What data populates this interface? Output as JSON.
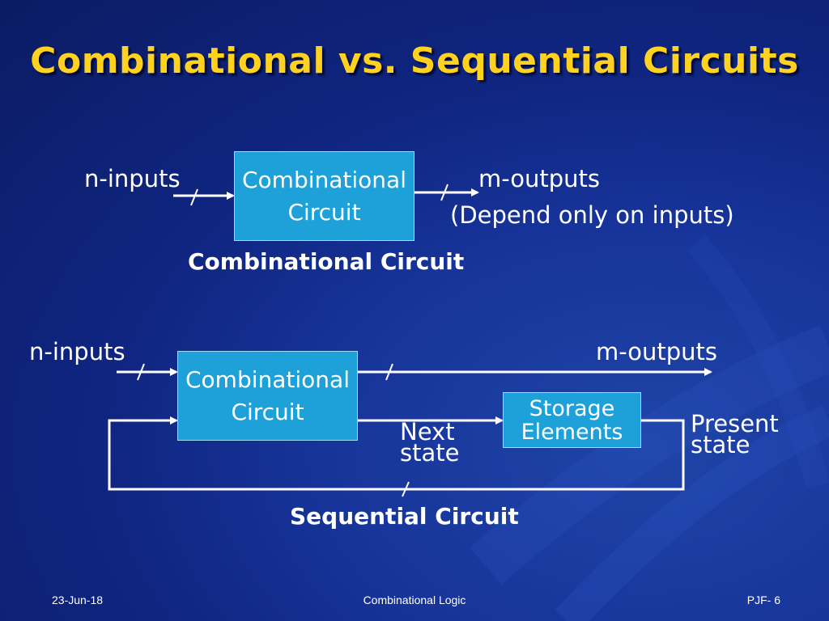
{
  "slide": {
    "title": "Combinational vs. Sequential Circuits"
  },
  "combinational": {
    "inputs_label": "n-inputs",
    "box_text": "Combinational\nCircuit",
    "outputs_label": "m-outputs",
    "outputs_note": "(Depend only on inputs)",
    "caption": "Combinational Circuit"
  },
  "sequential": {
    "inputs_label": "n-inputs",
    "box_text": "Combinational\nCircuit",
    "outputs_label": "m-outputs",
    "storage_text": "Storage\nElements",
    "next_state_label": "Next\nstate",
    "present_state_label": "Present\nstate",
    "caption": "Sequential Circuit"
  },
  "footer": {
    "date": "23-Jun-18",
    "topic": "Combinational Logic",
    "page": "PJF- 6"
  }
}
